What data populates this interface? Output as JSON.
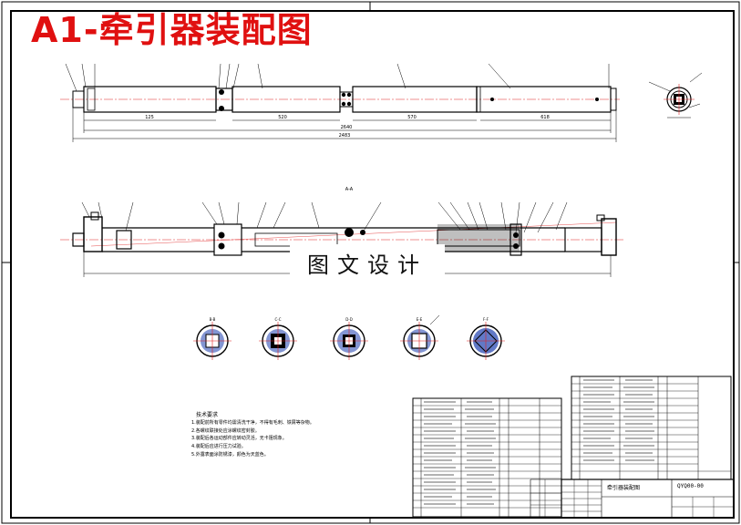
{
  "drawing": {
    "title": "A1-牵引器装配图",
    "watermark": "图文设计",
    "section_label": "A-A",
    "dimensions": [
      "125",
      "520",
      "570",
      "618",
      "2640",
      "2483"
    ],
    "section_views": [
      "B-B",
      "C-C",
      "D-D",
      "E-E",
      "F-F"
    ],
    "tech_requirements_title": "技术要求",
    "tech_requirements": [
      "1.装配前所有零件均需清洗干净，不得有毛刺、铁屑等杂物。",
      "2.各螺纹联接处应涂螺纹密封胶。",
      "3.装配后各运动部件应转动灵活，无卡阻现象。",
      "4.装配后应进行压力试验。",
      "5.外露表面涂防锈漆，颜色为天蓝色。"
    ],
    "title_block": {
      "name": "牵引器装配图",
      "code": "QYQ00-00"
    }
  }
}
